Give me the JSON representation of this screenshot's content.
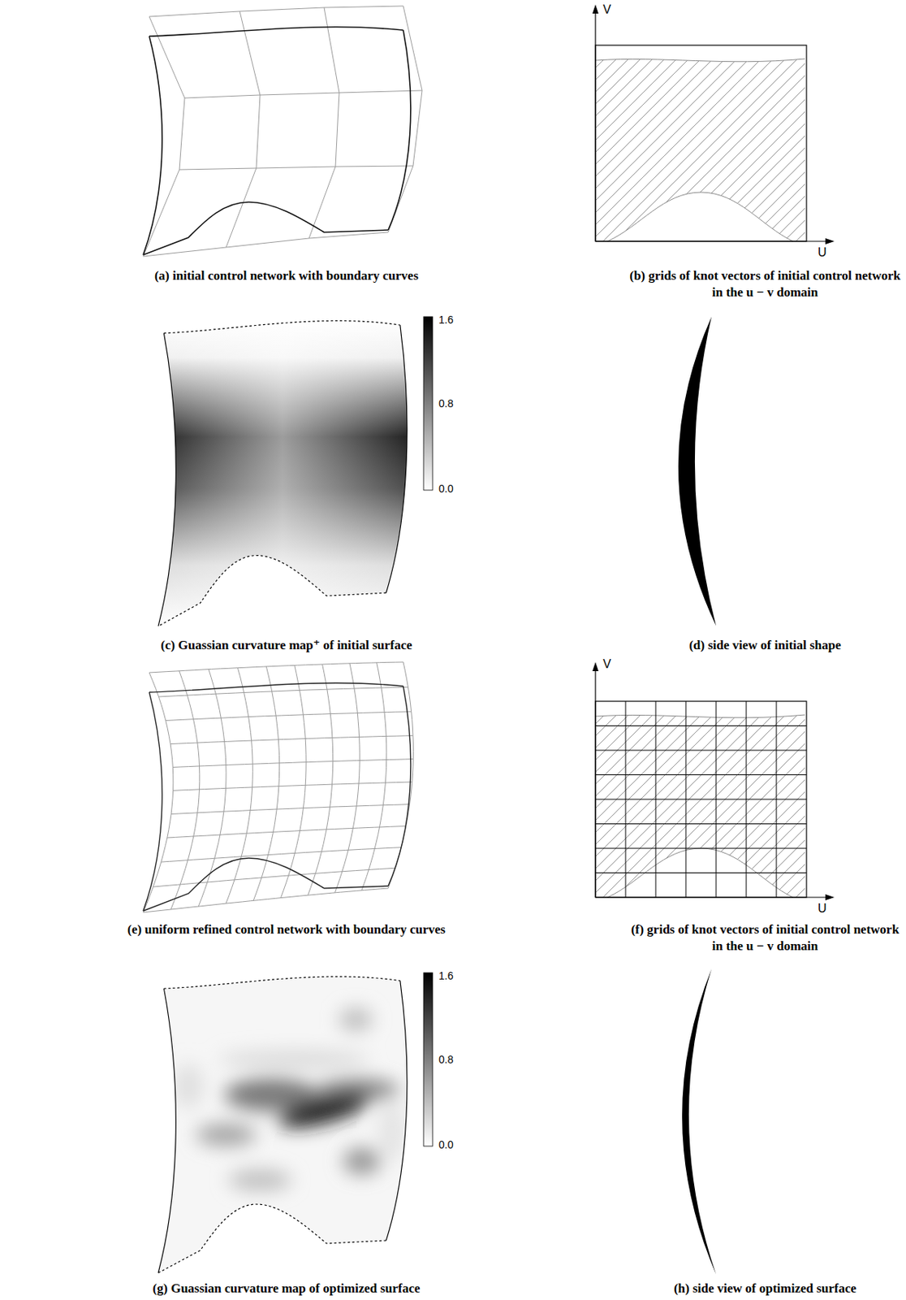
{
  "diagram": {
    "labels": [
      "V",
      "U",
      "(a) initial control network with boundary curves",
      "(b) grids of knot vectors of initial control network in the u − v domain",
      "1.6",
      "0.8",
      "0.0",
      "(c) Guassian curvature map⁺ of initial surface",
      "(d) side view of initial shape",
      "V",
      "U",
      "(e) uniform refined control network with boundary curves",
      "(f) grids of knot vectors of initial control network in the u − v domain",
      "1.6",
      "0.8",
      "0.0",
      "(g) Guassian curvature map of optimized surface",
      "(h) side view of optimized surface"
    ]
  }
}
